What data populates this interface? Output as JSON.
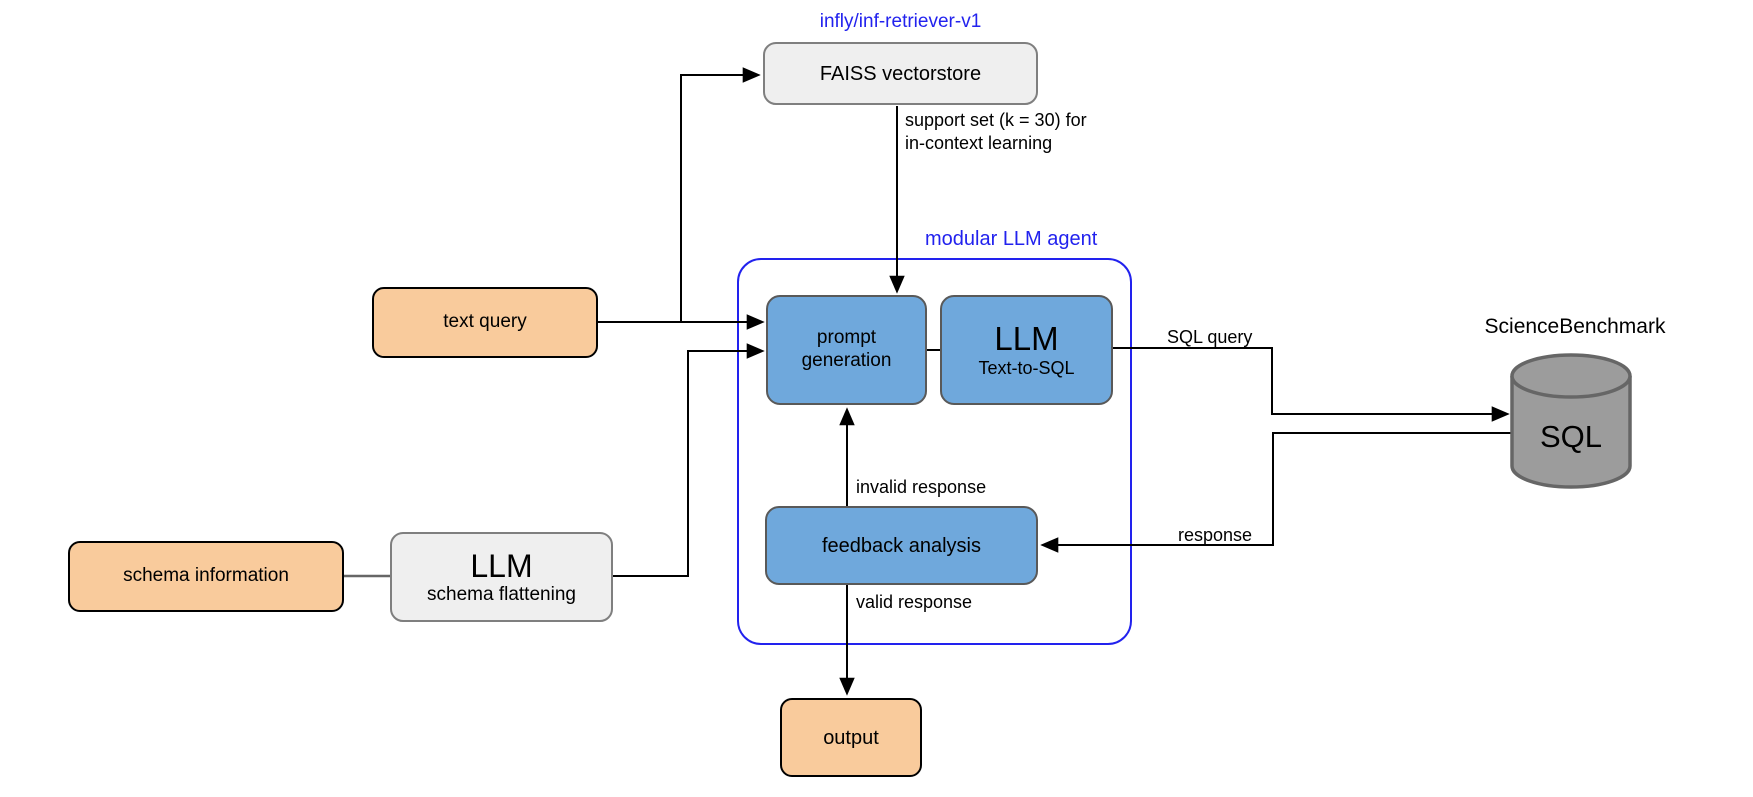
{
  "colors": {
    "accent_blue": "#2222ee",
    "node_blue": "#6fa8dc",
    "node_orange": "#f9cb9c",
    "node_gray": "#efefef",
    "db_fill": "#9c9c9c",
    "db_stroke": "#666666",
    "line_black": "#000000"
  },
  "labels": {
    "retriever_model": "infly/inf-retriever-v1",
    "agent": "modular LLM agent",
    "benchmark": "ScienceBenchmark"
  },
  "nodes": {
    "faiss": {
      "label": "FAISS vectorstore"
    },
    "text_query": {
      "label": "text query"
    },
    "schema_information": {
      "label": "schema information"
    },
    "schema_flattening": {
      "title": "LLM",
      "subtitle": "schema flattening"
    },
    "prompt_generation": {
      "label": "prompt\ngeneration"
    },
    "llm_text_to_sql": {
      "title": "LLM",
      "subtitle": "Text-to-SQL"
    },
    "feedback_analysis": {
      "label": "feedback analysis"
    },
    "output": {
      "label": "output"
    },
    "database": {
      "label": "SQL"
    }
  },
  "edges": {
    "support_set": "support set (k = 30) for\nin-context learning",
    "sql_query": "SQL query",
    "response": "response",
    "invalid_response": "invalid response",
    "valid_response": "valid response"
  }
}
